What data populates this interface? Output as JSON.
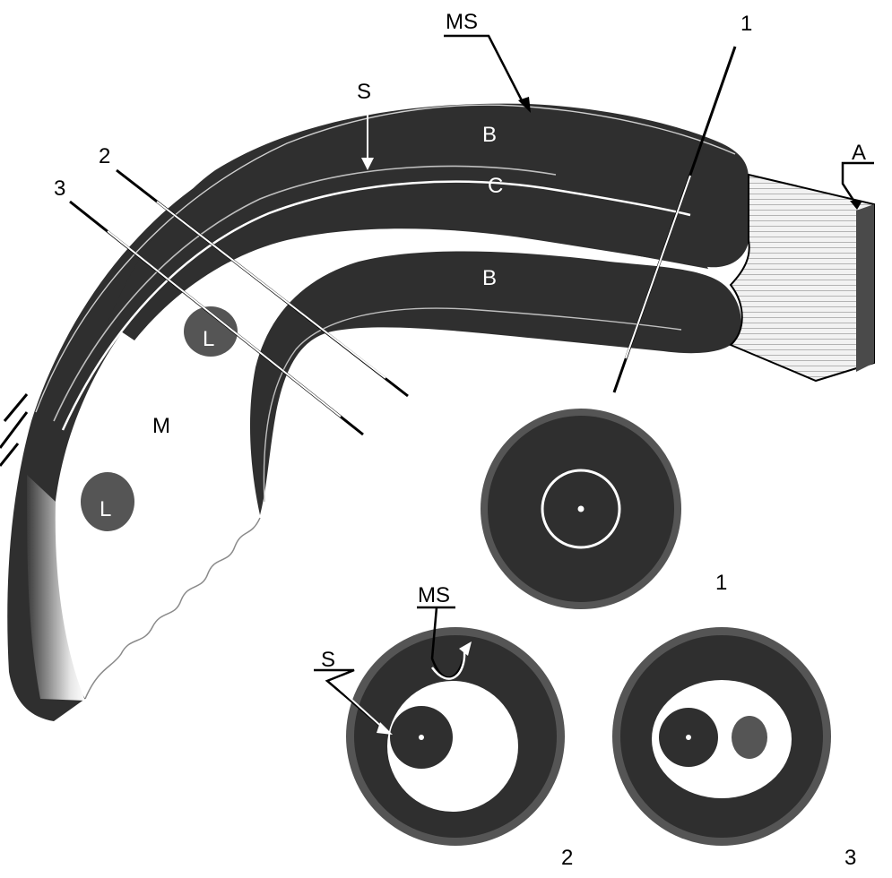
{
  "colors": {
    "background": "#ffffff",
    "dark_tissue": "#2f2f2f",
    "outer_ring": "#555555",
    "lumen_gray": "#555555",
    "line": "#000000",
    "highlight": "#ffffff"
  },
  "labels": {
    "ms_top": "MS",
    "s_top": "S",
    "b_upper": "B",
    "c_center": "C",
    "b_lower": "B",
    "a_end": "A",
    "plane_1": "1",
    "plane_2": "2",
    "plane_3": "3",
    "m_matrix": "M",
    "l_upper": "L",
    "l_lower": "L",
    "section_1_caption": "1",
    "section_2_caption": "2",
    "section_3_caption": "3",
    "ms_section2": "MS",
    "s_section2": "S"
  }
}
